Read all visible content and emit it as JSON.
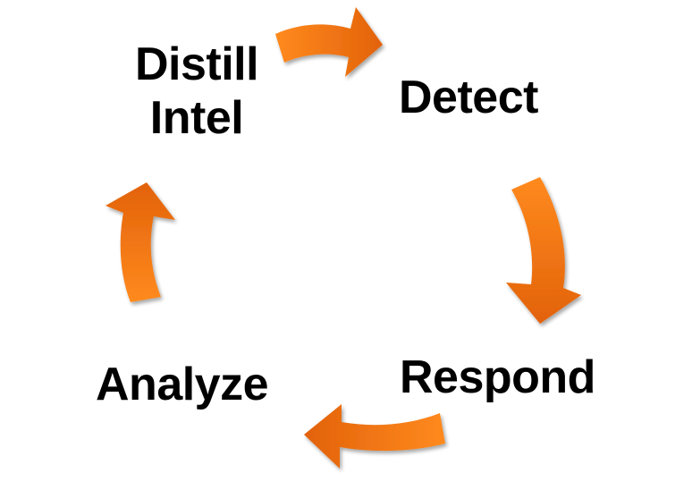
{
  "diagram": {
    "stages": {
      "distill_line1": "Distill",
      "distill_line2": "Intel",
      "detect": "Detect",
      "respond": "Respond",
      "analyze": "Analyze"
    },
    "colors": {
      "arrow_light": "#FF8A1E",
      "arrow_dark": "#E2620A",
      "text": "#000000"
    }
  }
}
